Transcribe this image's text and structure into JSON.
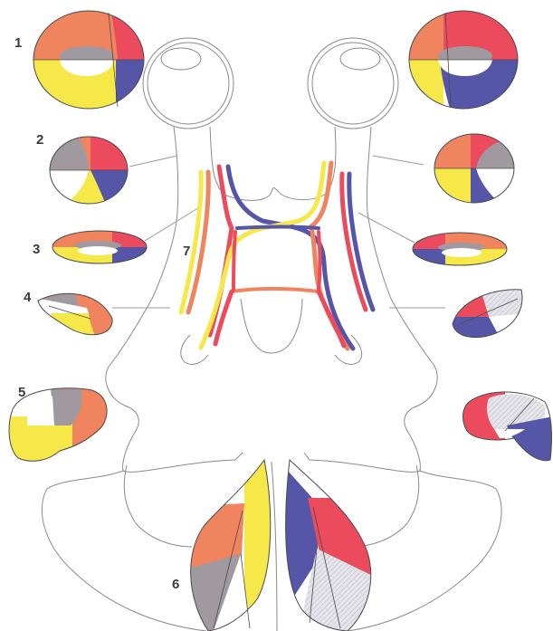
{
  "labels": {
    "n1": "1",
    "n2": "2",
    "n3": "3",
    "n4": "4",
    "n5": "5",
    "n6": "6",
    "n7": "7"
  },
  "colors": {
    "orange": "#f0845e",
    "red": "#ec4b5e",
    "yellow": "#f7e84a",
    "blue": "#5656a8",
    "gray": "#a09aa0",
    "light_gray": "#dcdce4",
    "white": "#ffffff",
    "outline": "#8a8a8a"
  }
}
